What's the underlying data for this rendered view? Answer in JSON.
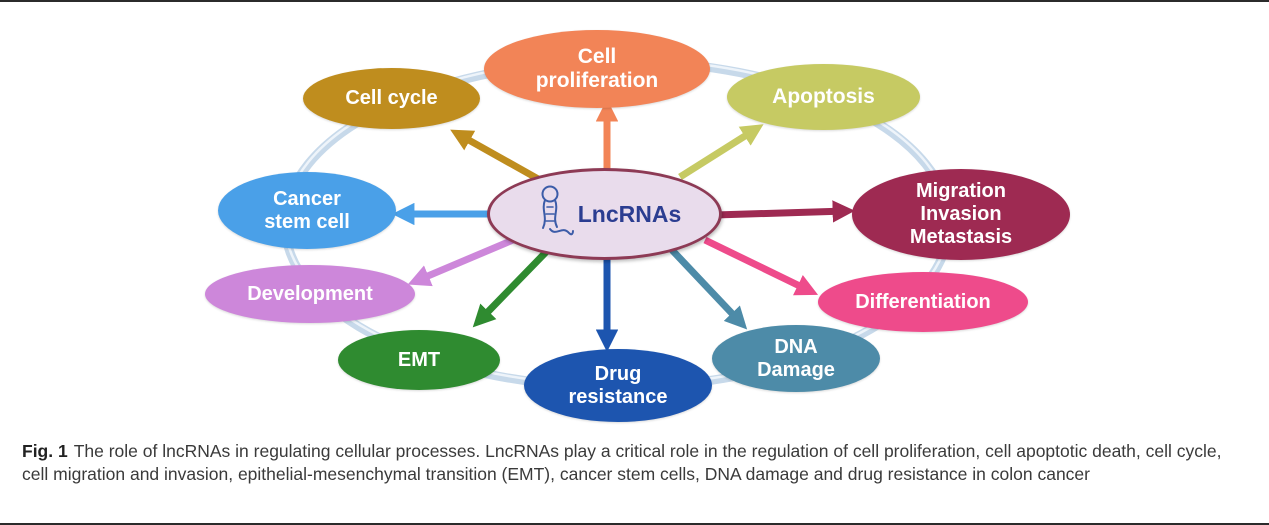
{
  "figure": {
    "caption": {
      "label": "Fig. 1",
      "text": "The role of lncRNAs in regulating cellular processes. LncRNAs play a critical role in the regulation of cell proliferation, cell apoptotic death, cell cycle, cell migration and invasion, epithelial-mesenchymal transition (EMT), cancer stem cells, DNA damage and drug resistance in colon cancer"
    }
  },
  "diagram": {
    "ring_color": "#c7d9ea",
    "center": {
      "label": "LncRNAs",
      "fill": "#e9dcec",
      "border_color": "#8d3a55",
      "text_color": "#2b3d91",
      "icon": "rna-hairpin-icon",
      "icon_color": "#3c5ca8"
    },
    "nodes": [
      {
        "id": "cell-cycle",
        "label": "Cell cycle",
        "color": "#bf8d1e"
      },
      {
        "id": "cell-proliferation",
        "label": "Cell\nproliferation",
        "color": "#f28457"
      },
      {
        "id": "apoptosis",
        "label": "Apoptosis",
        "color": "#c6ca63"
      },
      {
        "id": "migration-invasion-metastasis",
        "label": "Migration\nInvasion\nMetastasis",
        "color": "#9e2a52"
      },
      {
        "id": "differentiation",
        "label": "Differentiation",
        "color": "#ee4b8b"
      },
      {
        "id": "dna-damage",
        "label": "DNA\nDamage",
        "color": "#4d8ba8"
      },
      {
        "id": "drug-resistance",
        "label": "Drug\nresistance",
        "color": "#1d55af"
      },
      {
        "id": "emt",
        "label": "EMT",
        "color": "#2f8b30"
      },
      {
        "id": "development",
        "label": "Development",
        "color": "#cd87da"
      },
      {
        "id": "cancer-stem-cell",
        "label": "Cancer\nstem cell",
        "color": "#4aa0e8"
      }
    ]
  }
}
